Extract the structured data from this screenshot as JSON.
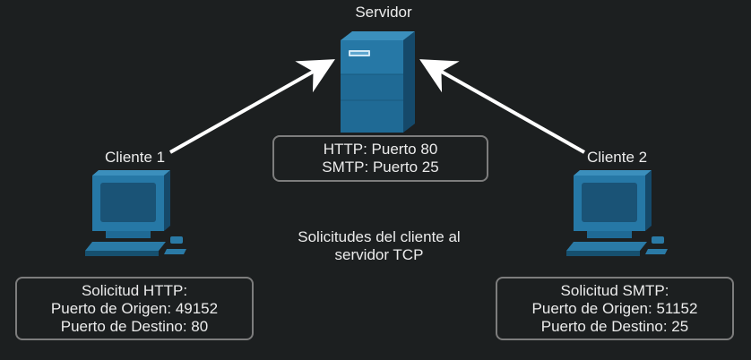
{
  "server": {
    "title": "Servidor",
    "ports": [
      "HTTP: Puerto 80",
      "SMTP: Puerto 25"
    ]
  },
  "client1": {
    "title": "Cliente 1",
    "request": [
      "Solicitud HTTP:",
      "Puerto de Origen: 49152",
      "Puerto de Destino: 80"
    ]
  },
  "client2": {
    "title": "Cliente 2",
    "request": [
      "Solicitud SMTP:",
      "Puerto de Origen: 51152",
      "Puerto de Destino: 25"
    ]
  },
  "caption": [
    "Solicitudes del cliente al",
    "servidor TCP"
  ],
  "colors": {
    "background": "#1c1f20",
    "device_light": "#2a7aa6",
    "device_dark": "#1b5a80",
    "arrow": "#ffffff",
    "box_border": "#7d7d7d"
  },
  "icons": [
    "server-icon",
    "computer-icon"
  ]
}
